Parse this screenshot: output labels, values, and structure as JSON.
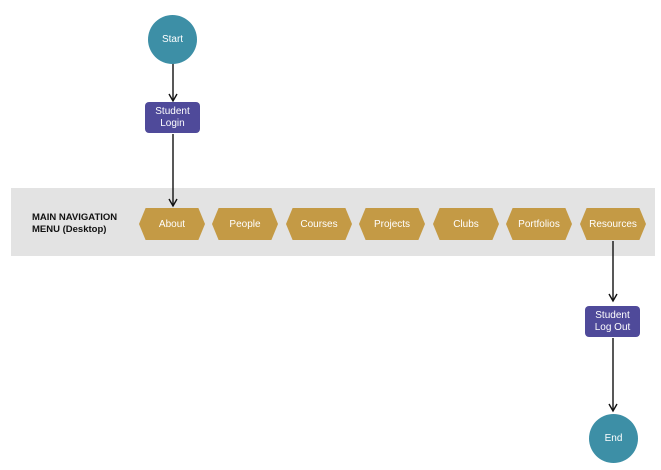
{
  "start": {
    "label": "Start"
  },
  "login": {
    "line1": "Student",
    "line2": "Login"
  },
  "nav": {
    "label_line1": "MAIN NAVIGATION",
    "label_line2": "MENU (Desktop)",
    "items": [
      {
        "label": "About"
      },
      {
        "label": "People"
      },
      {
        "label": "Courses"
      },
      {
        "label": "Projects"
      },
      {
        "label": "Clubs"
      },
      {
        "label": "Portfolios"
      },
      {
        "label": "Resources"
      }
    ]
  },
  "logout": {
    "line1": "Student",
    "line2": "Log Out"
  },
  "end": {
    "label": "End"
  },
  "colors": {
    "circle": "#3d8fa6",
    "box": "#4f4a9a",
    "hex": "#c49a45",
    "band": "#e3e3e3"
  }
}
